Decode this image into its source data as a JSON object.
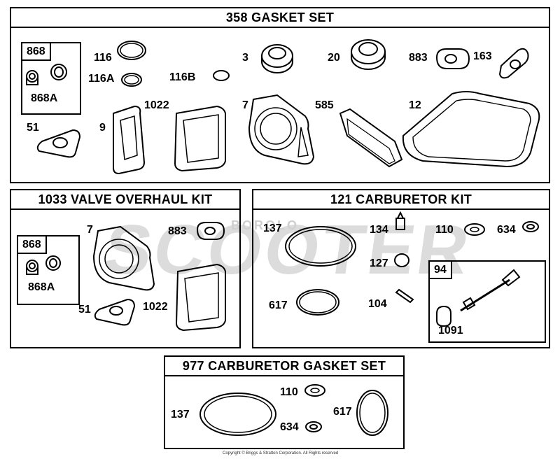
{
  "panels": {
    "gasket_set": {
      "title": "358 GASKET SET",
      "sub_868": "868",
      "labels": {
        "p868a": "868A",
        "p116": "116",
        "p116a": "116A",
        "p116b": "116B",
        "p3": "3",
        "p20": "20",
        "p883": "883",
        "p163": "163",
        "p51": "51",
        "p9": "9",
        "p1022": "1022",
        "p7": "7",
        "p585": "585",
        "p12": "12"
      }
    },
    "valve_kit": {
      "title": "1033 VALVE OVERHAUL KIT",
      "sub_868": "868",
      "labels": {
        "p868a": "868A",
        "p7": "7",
        "p883": "883",
        "p51": "51",
        "p1022": "1022"
      }
    },
    "carb_kit": {
      "title": "121 CARBURETOR KIT",
      "sub_94": "94",
      "labels": {
        "p137": "137",
        "p134": "134",
        "p110": "110",
        "p634": "634",
        "p127": "127",
        "p617": "617",
        "p104": "104",
        "p1091": "1091"
      }
    },
    "carb_gasket": {
      "title": "977 CARBURETOR  GASKET SET",
      "labels": {
        "p137": "137",
        "p110": "110",
        "p617": "617",
        "p634": "634"
      }
    }
  },
  "watermark": {
    "text": "SCOOTER",
    "subtext": "BOROLO"
  },
  "copyright": "Copyright © Briggs & Stratton Corporation. All Rights reserved"
}
